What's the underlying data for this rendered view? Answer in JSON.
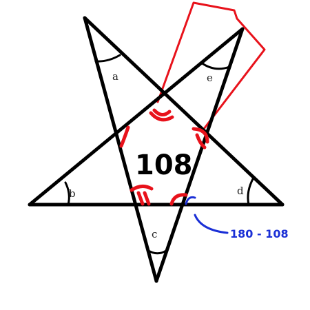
{
  "diagram": {
    "angle_labels": {
      "a": "a",
      "b": "b",
      "c": "c",
      "d": "d",
      "e": "e"
    },
    "center_value": "108",
    "annotation": "180 - 108",
    "colors": {
      "outline": "#000000",
      "red_marks": "#e8121b",
      "blue_marks": "#1a2fd6",
      "background": "#ffffff"
    }
  }
}
